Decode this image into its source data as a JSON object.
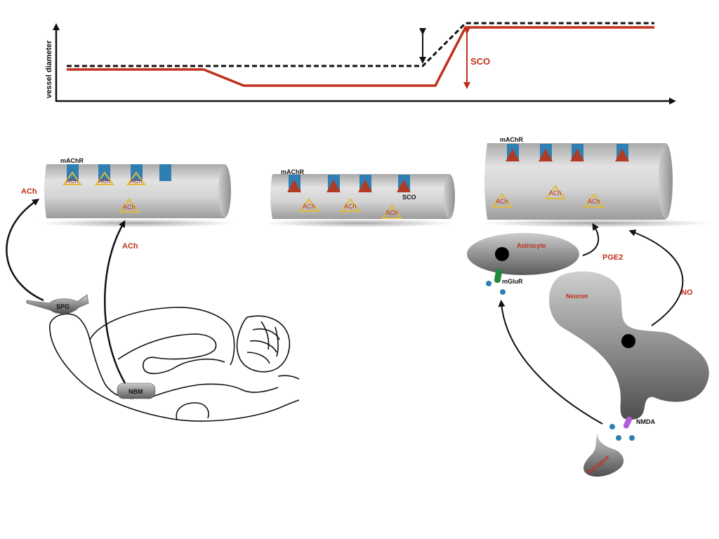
{
  "graph": {
    "ylabel": "vessel diameter",
    "sco_label": "SCO"
  },
  "vessel1": {
    "receptor_label": "mAChR",
    "ach_labels": [
      "ACh",
      "ACh",
      "ACh",
      "ACh"
    ]
  },
  "vessel2": {
    "receptor_label": "mAChR",
    "sco_label": "SCO",
    "ach_labels": [
      "ACh",
      "ACh",
      "ACh"
    ]
  },
  "vessel3": {
    "receptor_label": "mAChR",
    "ach_labels": [
      "ACh",
      "ACh",
      "ACh"
    ]
  },
  "left": {
    "ach_arrow1_label": "ACh",
    "ach_arrow2_label": "ACh",
    "spg_label": "SPG",
    "nbm_label": "NBM"
  },
  "right": {
    "astrocyte_label": "Astrocyte",
    "pge2_label": "PGE2",
    "mglur_label": "mGluR",
    "neuron_label": "Neuron",
    "no_label": "NO",
    "nmda_label": "NMDA",
    "synapse_label": "Synapse"
  },
  "colors": {
    "red": "#c0301c",
    "receptor_blue": "#2f7fb2",
    "ach_yellow": "#e0b93a",
    "vessel_gray": "#c8c8c8",
    "mglur_green": "#1e8a3a",
    "nmda_purple": "#b060d8",
    "dot_blue": "#2f7fb2"
  }
}
